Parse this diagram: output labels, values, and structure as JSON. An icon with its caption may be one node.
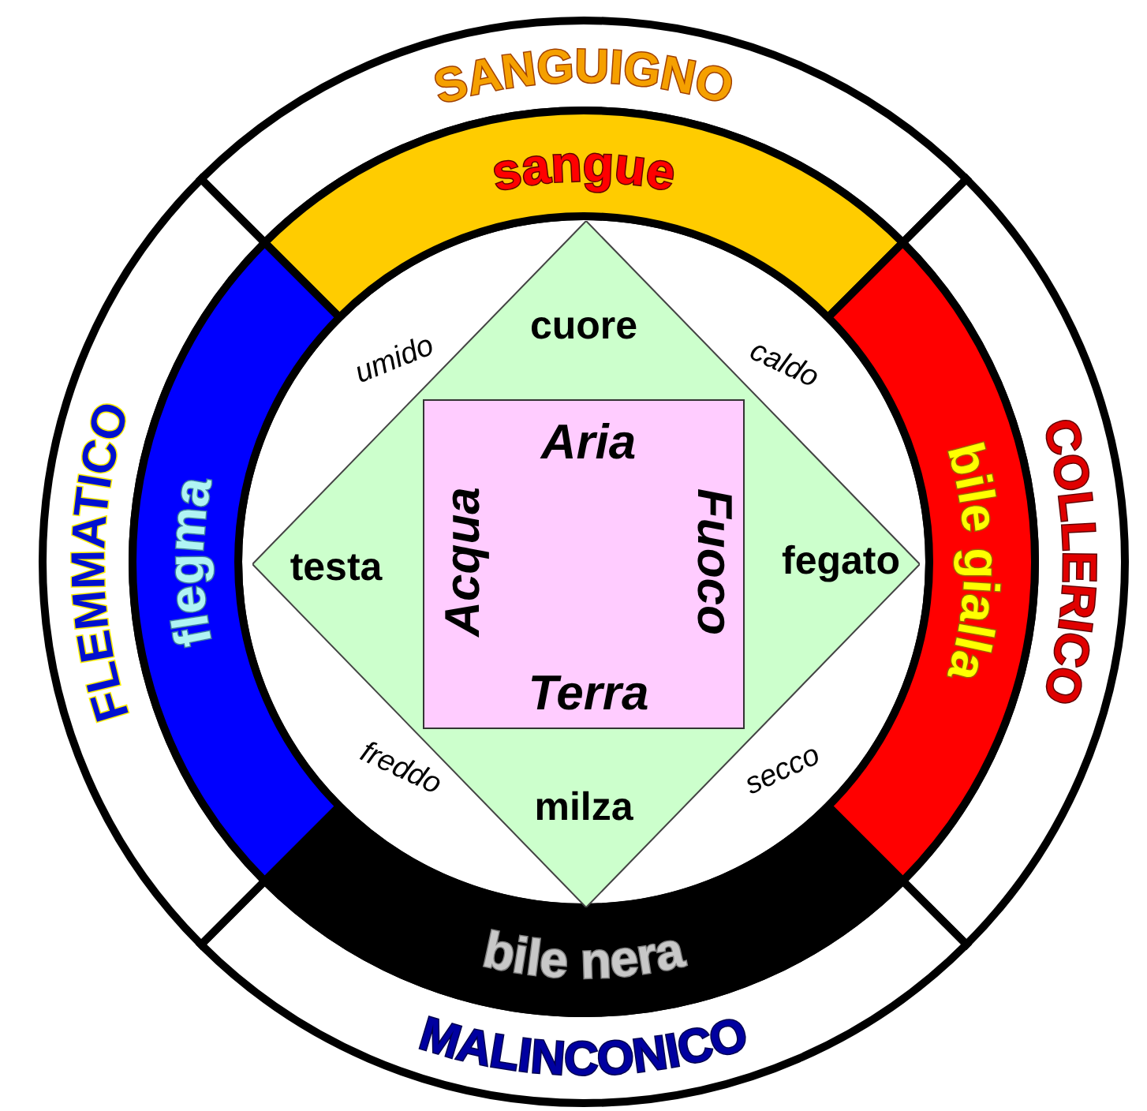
{
  "diagram": {
    "nodes": [
      {
        "text": [
          "SANGUIGNO"
        ]
      },
      {
        "text": [
          "COLLERICO"
        ]
      },
      {
        "text": [
          "MALINCONICO"
        ]
      },
      {
        "text": [
          "FLEMMATICO"
        ]
      },
      {
        "text": [
          "sangue"
        ]
      },
      {
        "text": [
          "bile gialla"
        ]
      },
      {
        "text": [
          "bile nera"
        ]
      },
      {
        "text": [
          "flegma"
        ]
      },
      {
        "text": [
          "cuore",
          "testa",
          "fegato",
          "milza"
        ]
      },
      {
        "text": [
          "Aria",
          "Acqua",
          "Fuoco",
          "Terra"
        ],
        "in": 8
      }
    ],
    "labels": [
      "umido",
      "caldo",
      "freddo",
      "secco"
    ]
  }
}
